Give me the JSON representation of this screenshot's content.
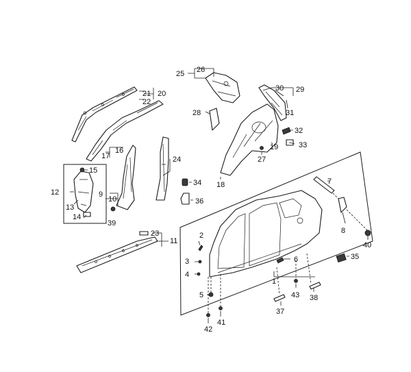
{
  "callouts": {
    "c1": "1",
    "c2": "2",
    "c3": "3",
    "c4": "4",
    "c5": "5",
    "c6": "6",
    "c7": "7",
    "c8": "8",
    "c9": "9",
    "c10": "10",
    "c11": "11",
    "c12": "12",
    "c13": "13",
    "c14": "14",
    "c15": "15",
    "c16": "16",
    "c17": "17",
    "c18": "18",
    "c19": "19",
    "c20": "20",
    "c21": "21",
    "c22": "22",
    "c23": "23",
    "c24": "24",
    "c25": "25",
    "c26": "26",
    "c27": "27",
    "c28": "28",
    "c29": "29",
    "c30": "30",
    "c31": "31",
    "c32": "32",
    "c33": "33",
    "c34": "34",
    "c35": "35",
    "c36": "36",
    "c37": "37",
    "c38": "38",
    "c39": "39",
    "c40": "40",
    "c41": "41",
    "c42": "42",
    "c43": "43"
  }
}
